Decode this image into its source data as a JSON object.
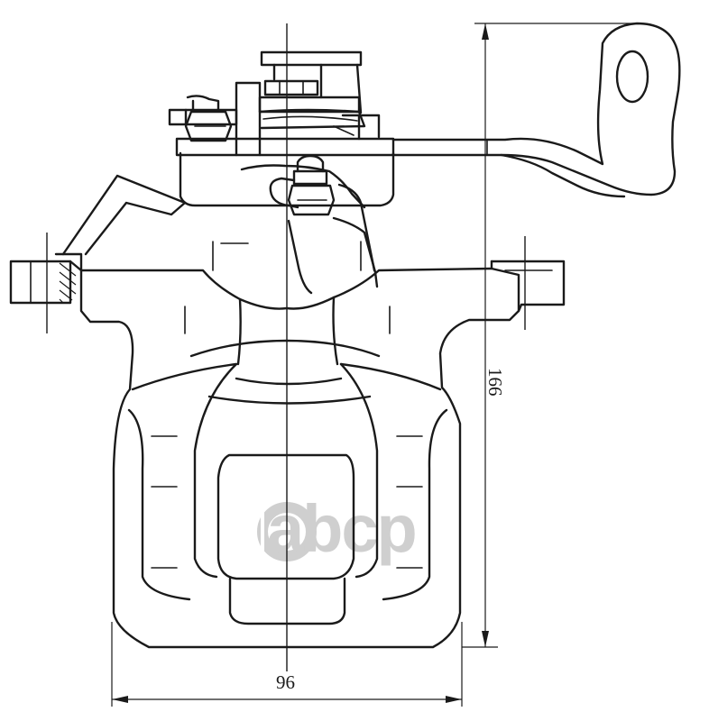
{
  "dimensions": {
    "height_label": "166",
    "width_label": "96"
  },
  "watermark": {
    "text": "abcp",
    "color": "#cfcfcf"
  },
  "colors": {
    "line": "#1a1a1a",
    "background": "#ffffff"
  }
}
